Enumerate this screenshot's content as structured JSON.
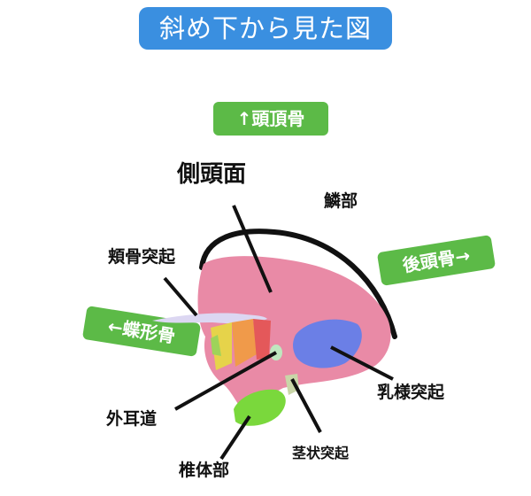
{
  "title": "斜め下から見た図",
  "tags": {
    "parietal": "↑頭頂骨",
    "occipital": "後頭骨→",
    "sphenoid": "←蝶形骨"
  },
  "labels": {
    "temporal_surface": "側頭面",
    "squamous": "鱗部",
    "zygomatic_process": "頬骨突起",
    "mastoid_process": "乳様突起",
    "external_acoustic_meatus": "外耳道",
    "styloid_process": "茎状突起",
    "petrous_part": "椎体部"
  },
  "colors": {
    "title_bg": "#3a8fe0",
    "tag_bg": "#5cba47",
    "bone_pink": "#e98aa6",
    "mastoid_blue": "#6b7fe6",
    "petrous_green": "#7ad83c",
    "zygomatic_lavender": "#dcd7f2",
    "leader_line": "#111111"
  }
}
